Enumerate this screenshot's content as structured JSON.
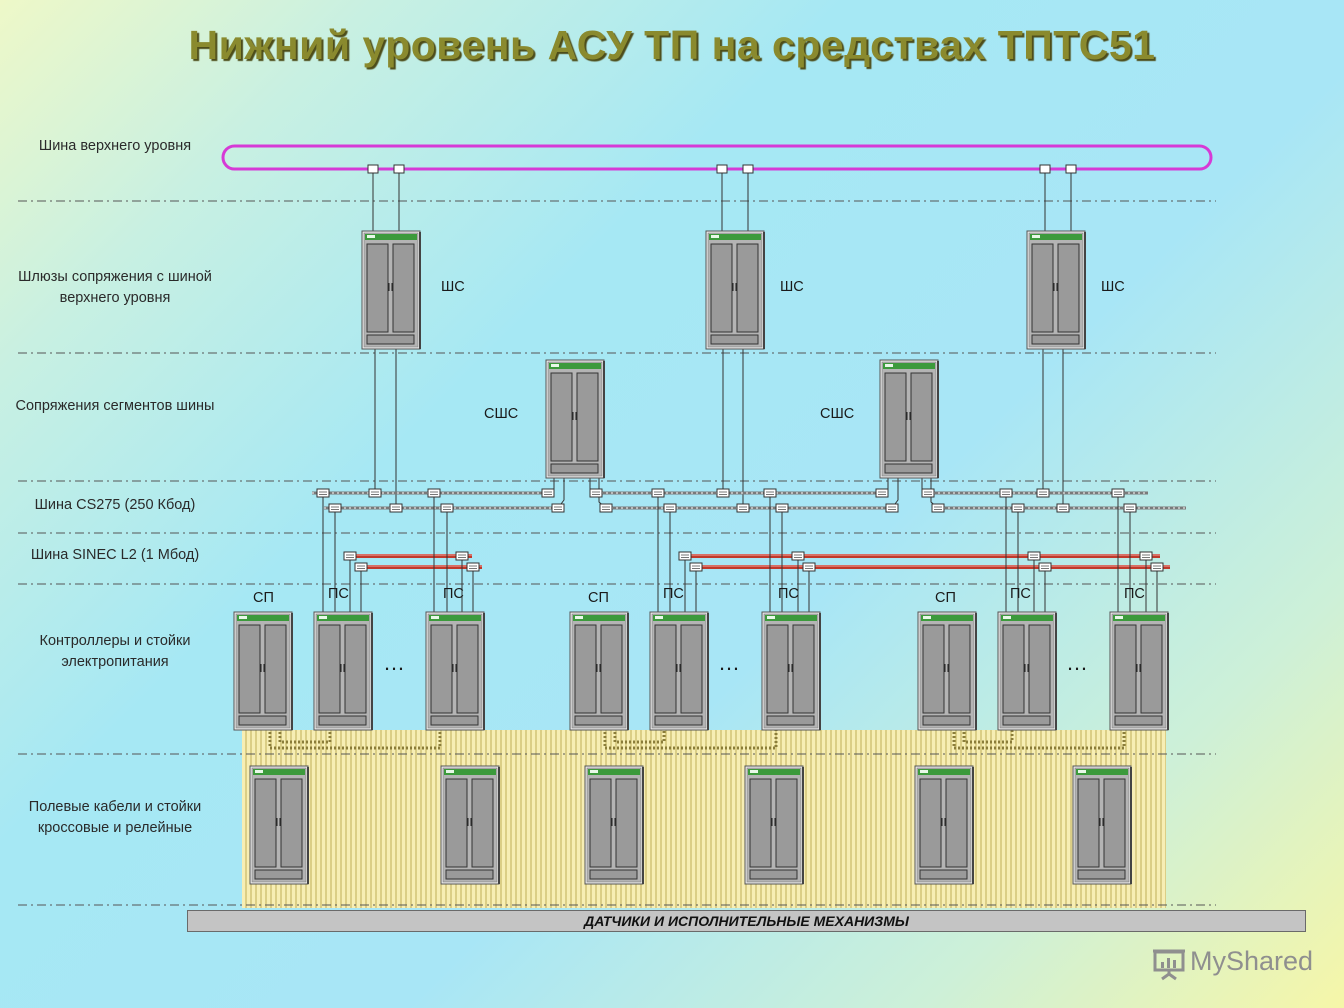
{
  "title": "Нижний уровень АСУ ТП на средствах ТПТС51",
  "levels": [
    "Шина верхнего уровня",
    "Шлюзы сопряжения с шиной верхнего уровня",
    "Сопряжения сегментов шины",
    "Шина CS275 (250 Кбод)",
    "Шина SINEC L2 (1 Мбод)",
    "Контроллеры и стойки электропитания",
    "Полевые кабели и стойки кроссовые и релейные"
  ],
  "labels": {
    "gateway": "ШС",
    "segment": "СШС",
    "power": "СП",
    "controller": "ПС",
    "ellipsis": "…"
  },
  "footer": "ДАТЧИКИ И ИСПОЛНИТЕЛЬНЫЕ МЕХАНИЗМЫ",
  "brand": "MyShared",
  "colors": {
    "upper_bus": "#d63ad6",
    "sinec_bus": "#c0392b",
    "cabinet_body": "#a8a8a8",
    "cabinet_header": "#3c9a3c",
    "title": "#8a8a2e",
    "field_area": "#f5e9a6"
  }
}
